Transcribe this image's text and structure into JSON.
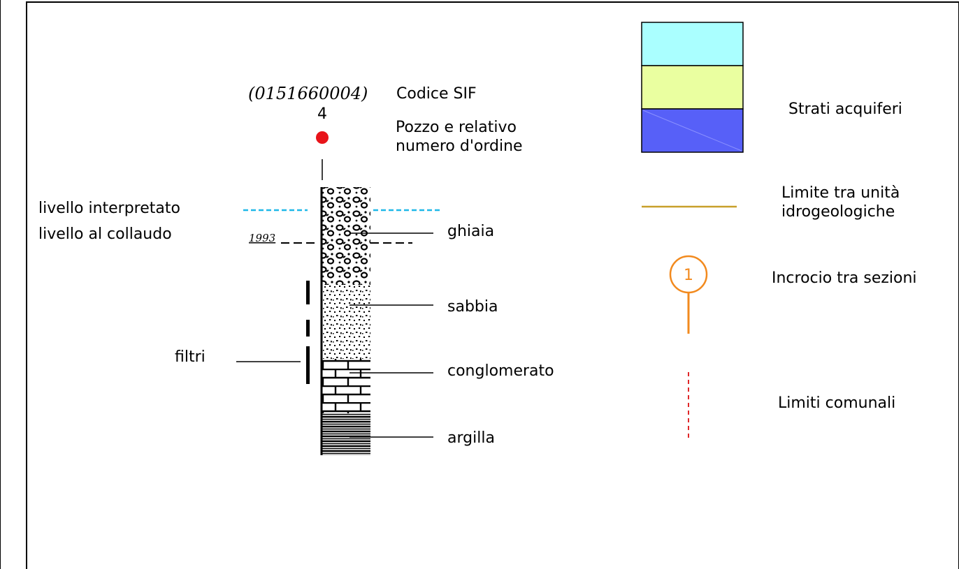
{
  "well": {
    "sif_code": "(0151660004)",
    "sif_label": "Codice SIF",
    "number": "4",
    "well_label_line1": "Pozzo e relativo",
    "well_label_line2": "numero d'ordine",
    "dot_color": "#e8141a"
  },
  "levels": {
    "interpreted_label": "livello interpretato",
    "interpreted_color": "#1fb8e8",
    "test_label": "livello al collaudo",
    "test_year": "1993"
  },
  "lithology": {
    "gravel": "ghiaia",
    "sand": "sabbia",
    "conglomerate": "conglomerato",
    "clay": "argilla",
    "filters": "filtri"
  },
  "legend": {
    "aquifers_label": "Strati acquiferi",
    "aquifer_colors": [
      "#aaffff",
      "#eaffa0",
      "#5760f8"
    ],
    "unit_boundary_line1": "Limite tra unità",
    "unit_boundary_line2": "idrogeologiche",
    "unit_boundary_color": "#c8a02a",
    "section_cross_label": "Incrocio tra sezioni",
    "section_cross_number": "1",
    "section_cross_color": "#f28a1e",
    "municipal_label": "Limiti comunali",
    "municipal_color": "#e0282a"
  }
}
